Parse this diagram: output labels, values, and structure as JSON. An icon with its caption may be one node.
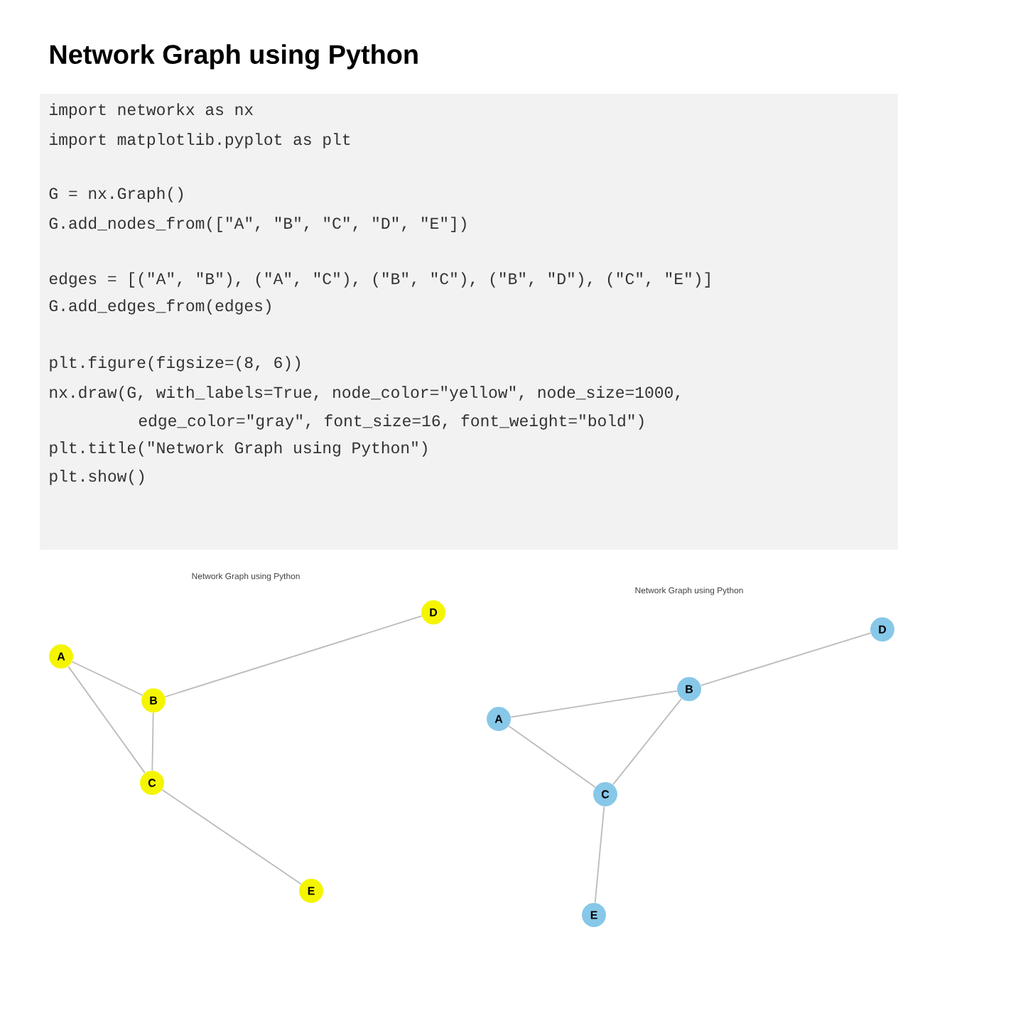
{
  "diagram": {
    "title": "Network Graph using Python",
    "nodes": [
      {
        "text": [
          "A"
        ]
      },
      {
        "text": [
          "B"
        ]
      },
      {
        "text": [
          "C"
        ]
      },
      {
        "text": [
          "D"
        ]
      },
      {
        "text": [
          "E"
        ]
      },
      {
        "text": [
          "A"
        ]
      },
      {
        "text": [
          "B"
        ]
      },
      {
        "text": [
          "C"
        ]
      },
      {
        "text": [
          "D"
        ]
      },
      {
        "text": [
          "E"
        ]
      }
    ],
    "edges": [
      {
        "from": 0,
        "to": 1,
        "arrow": "none"
      },
      {
        "from": 0,
        "to": 2,
        "arrow": "none"
      },
      {
        "from": 1,
        "to": 2,
        "arrow": "none"
      },
      {
        "from": 1,
        "to": 3,
        "arrow": "none"
      },
      {
        "from": 2,
        "to": 4,
        "arrow": "none"
      },
      {
        "from": 5,
        "to": 6,
        "arrow": "none"
      },
      {
        "from": 5,
        "to": 7,
        "arrow": "none"
      },
      {
        "from": 6,
        "to": 7,
        "arrow": "none"
      },
      {
        "from": 6,
        "to": 8,
        "arrow": "none"
      },
      {
        "from": 7,
        "to": 9,
        "arrow": "none"
      }
    ],
    "labels": [
      "import networkx as nx",
      "import matplotlib.pyplot as plt",
      "G = nx.Graph()",
      "G.add_nodes_from([\"A\", \"B\", \"C\", \"D\", \"E\"])",
      "edges = [(\"A\", \"B\"), (\"A\", \"C\"), (\"B\", \"C\"), (\"B\", \"D\"), (\"C\", \"E\")]",
      "G.add_edges_from(edges)",
      "plt.figure(figsize=(8, 6))",
      "nx.draw(G, with_labels=True, node_color=\"yellow\", node_size=1000,",
      "edge_color=\"gray\", font_size=16, font_weight=\"bold\")",
      "plt.title(\"Network Graph using Python\")",
      "plt.show()",
      "Network Graph using Python",
      "Network Graph using Python"
    ]
  }
}
